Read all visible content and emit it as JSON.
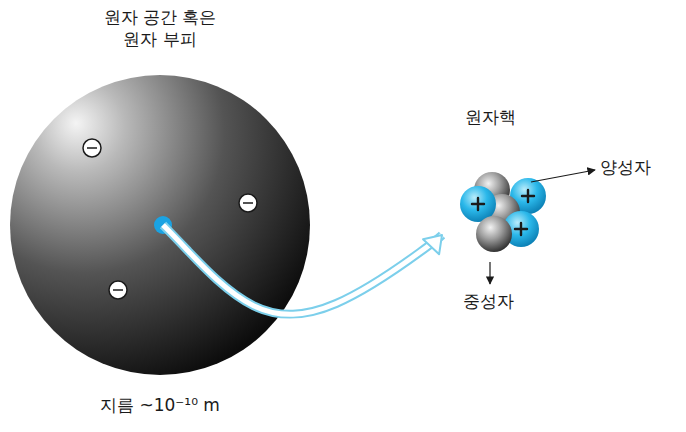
{
  "diagram": {
    "nodes": [
      {
        "text": [
          "원자 공간 혹은 원자 부피",
          "지름 ~10⁻¹⁰ m"
        ]
      },
      {
        "text": [
          "원자핵"
        ]
      }
    ],
    "edges": [
      {
        "from": 0,
        "to": 1,
        "arrow": "to"
      }
    ],
    "labels": [
      "양성자",
      "중성자"
    ]
  }
}
